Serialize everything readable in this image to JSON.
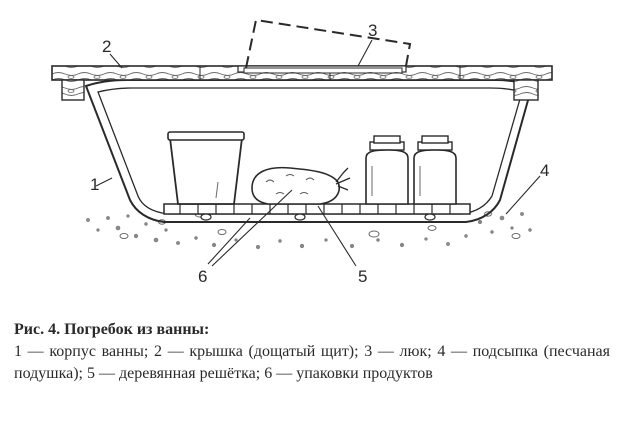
{
  "figure": {
    "callouts": {
      "n1": "1",
      "n2": "2",
      "n3": "3",
      "n4": "4",
      "n5": "5",
      "n6": "6"
    }
  },
  "caption": {
    "title": "Рис. 4. Погребок из ванны:",
    "legend": "1 — корпус ванны; 2 — крышка (дощатый щит); 3 — люк; 4 — подсыпка (песчаная подушка); 5 — деревянная решётка; 6 — упаковки продуктов"
  }
}
